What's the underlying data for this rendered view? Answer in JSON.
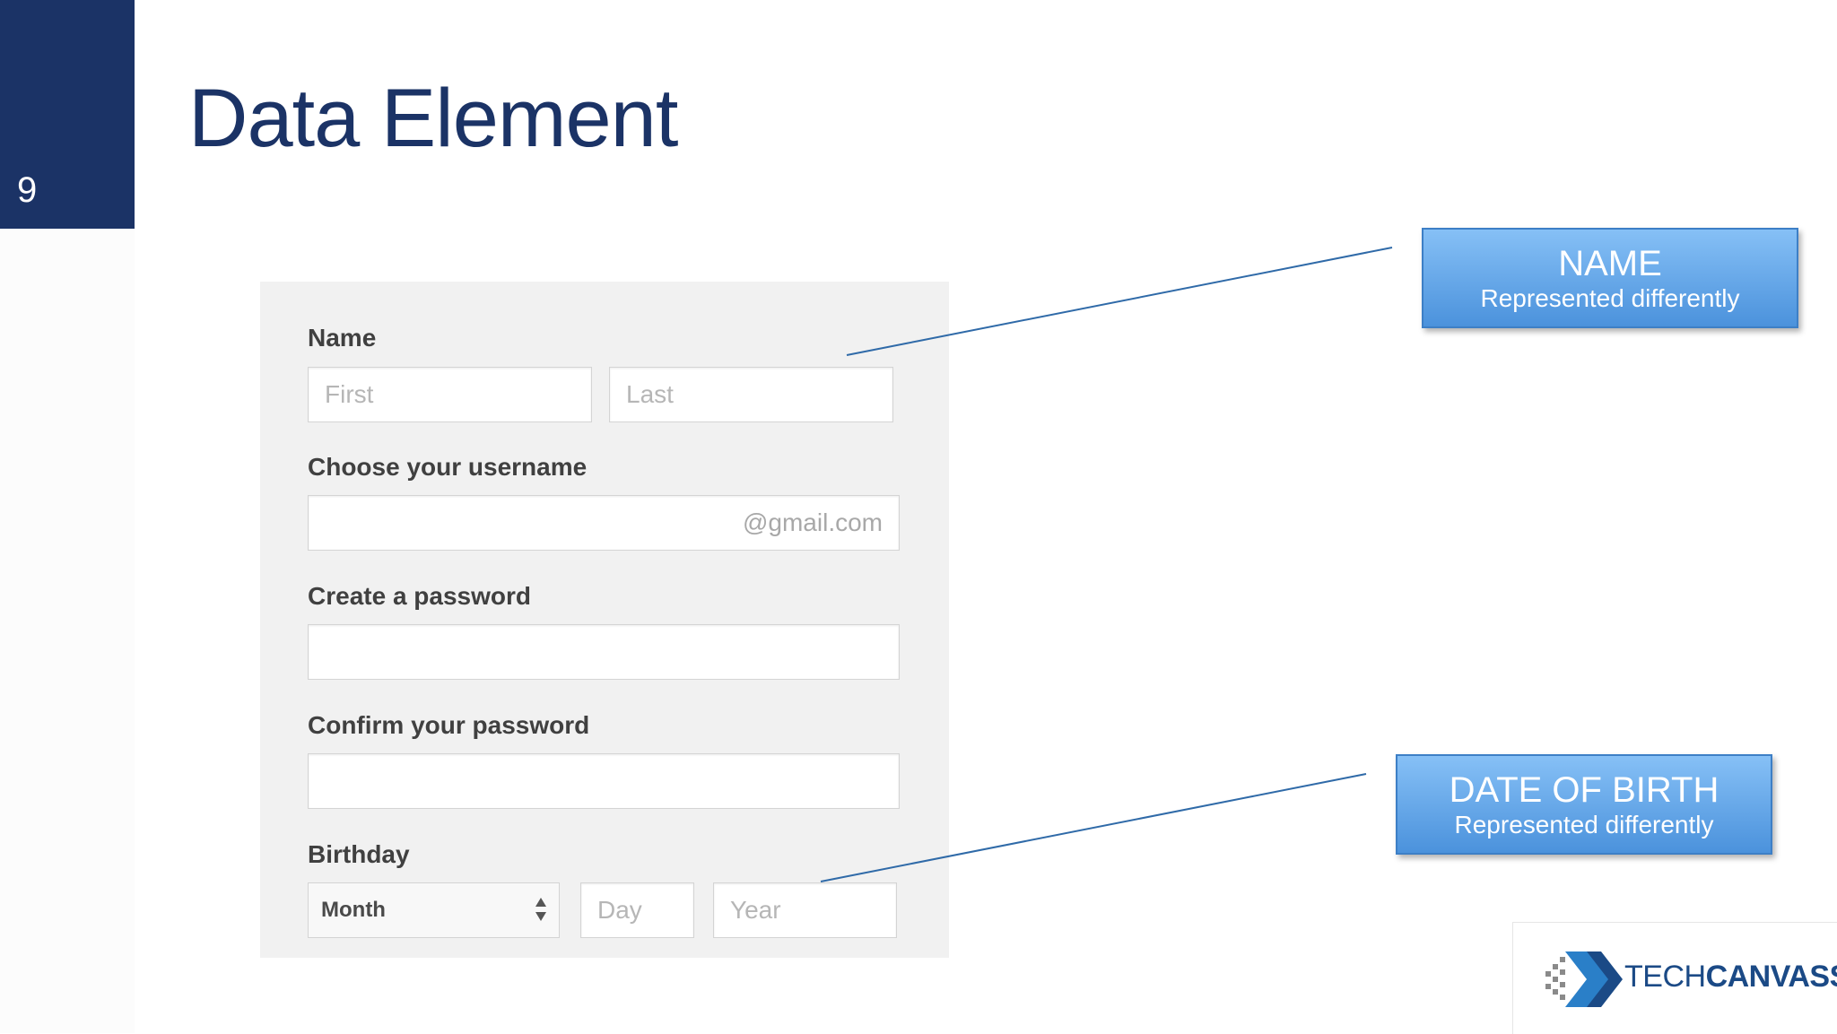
{
  "slide": {
    "number": "9",
    "title": "Data Element"
  },
  "form": {
    "name_label": "Name",
    "first_placeholder": "First",
    "last_placeholder": "Last",
    "username_label": "Choose your username",
    "username_suffix": "@gmail.com",
    "password_label": "Create a password",
    "confirm_label": "Confirm your password",
    "birthday_label": "Birthday",
    "month_value": "Month",
    "day_placeholder": "Day",
    "year_placeholder": "Year"
  },
  "callouts": {
    "name": {
      "title": "NAME",
      "subtitle": "Represented differently"
    },
    "dob": {
      "title": "DATE OF BIRTH",
      "subtitle": "Represented differently"
    }
  },
  "logo": {
    "text_light": "TECH",
    "text_bold": "CANVASS"
  },
  "colors": {
    "navy": "#1b3366",
    "callout_top": "#86c0f6",
    "callout_bottom": "#4b92dc",
    "line": "#2f6aa8"
  }
}
